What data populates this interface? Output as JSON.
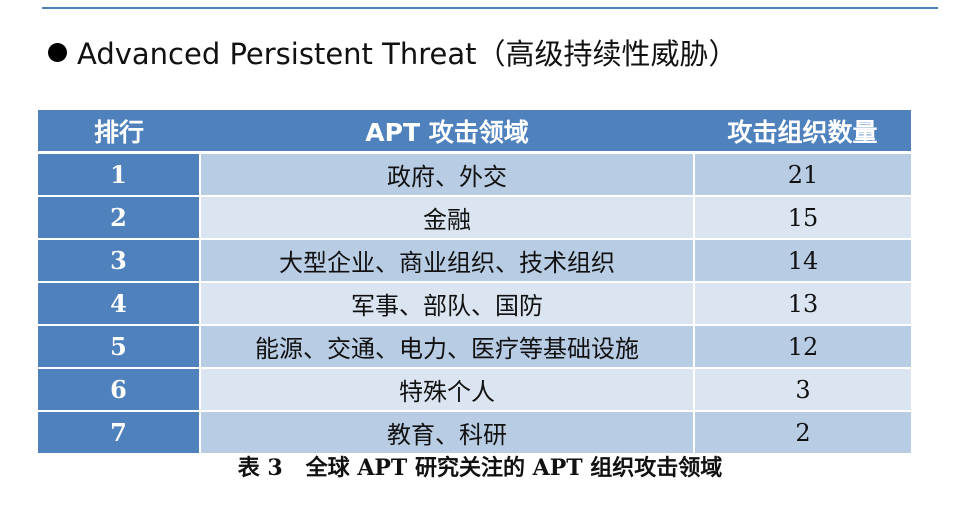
{
  "heading": {
    "bullet": "●",
    "text": "Advanced Persistent Threat（高级持续性威胁）"
  },
  "table": {
    "columns": [
      "排行",
      "APT 攻击领域",
      "攻击组织数量"
    ],
    "rows": [
      {
        "rank": "1",
        "area": "政府、外交",
        "count": "21"
      },
      {
        "rank": "2",
        "area": "金融",
        "count": "15"
      },
      {
        "rank": "3",
        "area": "大型企业、商业组织、技术组织",
        "count": "14"
      },
      {
        "rank": "4",
        "area": "军事、部队、国防",
        "count": "13"
      },
      {
        "rank": "5",
        "area": "能源、交通、电力、医疗等基础设施",
        "count": "12"
      },
      {
        "rank": "6",
        "area": "特殊个人",
        "count": "3"
      },
      {
        "rank": "7",
        "area": "教育、科研",
        "count": "2"
      }
    ]
  },
  "caption": "表 3   全球 APT 研究关注的 APT 组织攻击领域",
  "colors": {
    "accent": "#4f81bd",
    "row_band_dark": "#b8cce4",
    "row_band_light": "#dbe5f1"
  }
}
